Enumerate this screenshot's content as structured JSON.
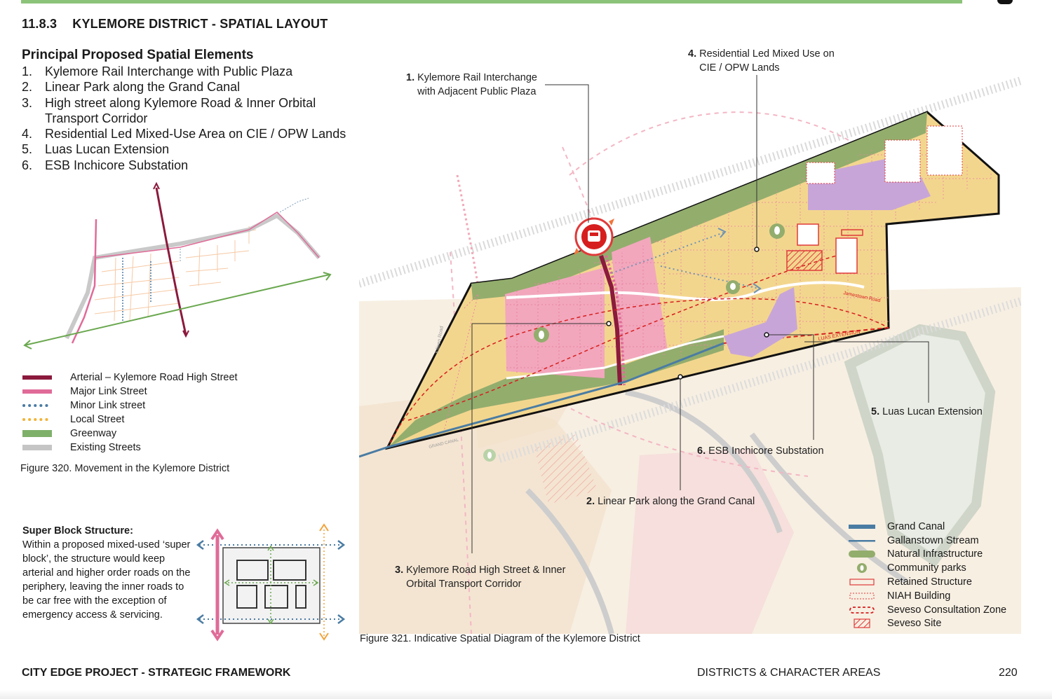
{
  "header": {
    "section_number": "11.8.3",
    "section_title": "KYLEMORE DISTRICT - SPATIAL LAYOUT"
  },
  "elements": {
    "title": "Principal Proposed Spatial Elements",
    "items": [
      {
        "num": "1.",
        "text": "Kylemore Rail Interchange with Public Plaza"
      },
      {
        "num": "2.",
        "text": "Linear Park along the Grand Canal"
      },
      {
        "num": "3.",
        "text": "High street along Kylemore Road & Inner Orbital Transport Corridor"
      },
      {
        "num": "4.",
        "text": "Residential Led Mixed-Use Area on CIE / OPW Lands"
      },
      {
        "num": "5.",
        "text": "Luas Lucan Extension"
      },
      {
        "num": "6.",
        "text": "ESB Inchicore Substation"
      }
    ]
  },
  "movement_legend": [
    {
      "label": "Arterial – Kylemore Road High Street",
      "color": "#8b1a3d",
      "style": "solid-thick"
    },
    {
      "label": "Major Link Street",
      "color": "#e06b98",
      "style": "solid"
    },
    {
      "label": "Minor Link street",
      "color": "#4a7ca3",
      "style": "dotted"
    },
    {
      "label": "Local Street",
      "color": "#f1b338",
      "style": "dotted"
    },
    {
      "label": "Greenway",
      "color": "#7fb06a",
      "style": "block"
    },
    {
      "label": "Existing Streets",
      "color": "#c5c5c5",
      "style": "solid-thick"
    }
  ],
  "figure320_caption": "Figure 320.   Movement in the Kylemore District",
  "superblock": {
    "heading": "Super Block Structure:",
    "body": "Within a proposed mixed-used ‘super block’, the structure would keep arterial and higher order roads on the periphery, leaving the inner roads to be car free with the exception of emergency access & servicing."
  },
  "map_labels": {
    "l1_num": "1.",
    "l1_text": "Kylemore Rail Interchange with Adjacent Public Plaza",
    "l2_num": "2.",
    "l2_text": "Linear Park along the Grand Canal",
    "l3_num": "3.",
    "l3_text": "Kylemore Road High Street & Inner Orbital Transport Corridor",
    "l4_num": "4.",
    "l4_text": "Residential Led Mixed Use on CIE / OPW Lands",
    "l5_num": "5.",
    "l5_text": "Luas Lucan Extension",
    "l6_num": "6.",
    "l6_text": "ESB Inchicore Substation",
    "jamestown": "Jamestown Road",
    "luas_ext": "LUAS EXTENSION",
    "kileen": "Killeen Road",
    "grand_canal": "GRAND CANAL"
  },
  "map_legend": [
    {
      "label": "Grand Canal",
      "icon": "thick-blue-line",
      "color": "#4a7ca3"
    },
    {
      "label": "Gallanstown Stream",
      "icon": "thin-blue-line",
      "color": "#4a7ca3"
    },
    {
      "label": "Natural Infrastructure",
      "icon": "green-pill",
      "color": "#93ad6d"
    },
    {
      "label": "Community parks",
      "icon": "tree-icon",
      "color": "#93ad6d"
    },
    {
      "label": "Retained Structure",
      "icon": "red-outline-box",
      "color": "#e03a3a"
    },
    {
      "label": "NIAH Building",
      "icon": "red-dashed-box",
      "color": "#e03a3a"
    },
    {
      "label": "Seveso Consultation Zone",
      "icon": "red-dashed-oval",
      "color": "#d71e1e"
    },
    {
      "label": "Seveso Site",
      "icon": "red-hatched-box",
      "color": "#e03a3a"
    }
  ],
  "figure321_caption": "Figure 321.    Indicative Spatial Diagram of the Kylemore District",
  "footer": {
    "left": "CITY EDGE PROJECT - STRATEGIC FRAMEWORK",
    "right": "DISTRICTS & CHARACTER AREAS",
    "page": "220"
  }
}
